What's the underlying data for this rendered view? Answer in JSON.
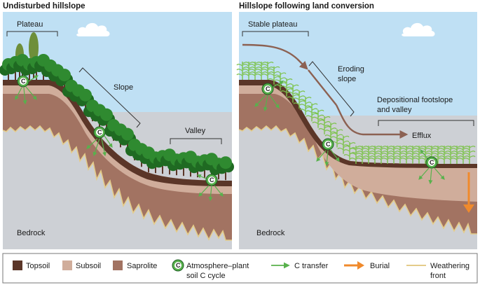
{
  "panels": {
    "left": {
      "title": "Undisturbed hillslope",
      "labels": {
        "plateau": "Plateau",
        "slope": "Slope",
        "valley": "Valley",
        "bedrock": "Bedrock"
      }
    },
    "right": {
      "title": "Hillslope following land conversion",
      "labels": {
        "plateau": "Stable plateau",
        "slope_line1": "Eroding",
        "slope_line2": "slope",
        "footslope_line1": "Depositional footslope",
        "footslope_line2": "and valley",
        "efflux": "Efflux",
        "bedrock": "Bedrock"
      }
    },
    "c_marker": "C"
  },
  "legend": {
    "topsoil": "Topsoil",
    "subsoil": "Subsoil",
    "saprolite": "Saprolite",
    "cycle_line1": "Atmosphere–plant",
    "cycle_line2": "soil C cycle",
    "transfer": "C transfer",
    "burial": "Burial",
    "weathering_line1": "Weathering",
    "weathering_line2": "front"
  },
  "colors": {
    "sky": "#bfe0f4",
    "bedrock": "#cdd0d5",
    "saprolite": "#a27362",
    "subsoil": "#d0ad9b",
    "topsoil": "#5b3628",
    "weathering": "#e4cc8a",
    "c_transfer": "#58b14c",
    "burial": "#f08a2c",
    "efflux": "#8c6152",
    "tree": "#2f8a30",
    "tree_dark": "#1f6a22",
    "crop": "#7cc24a",
    "poplar": "#6e8f3a"
  }
}
